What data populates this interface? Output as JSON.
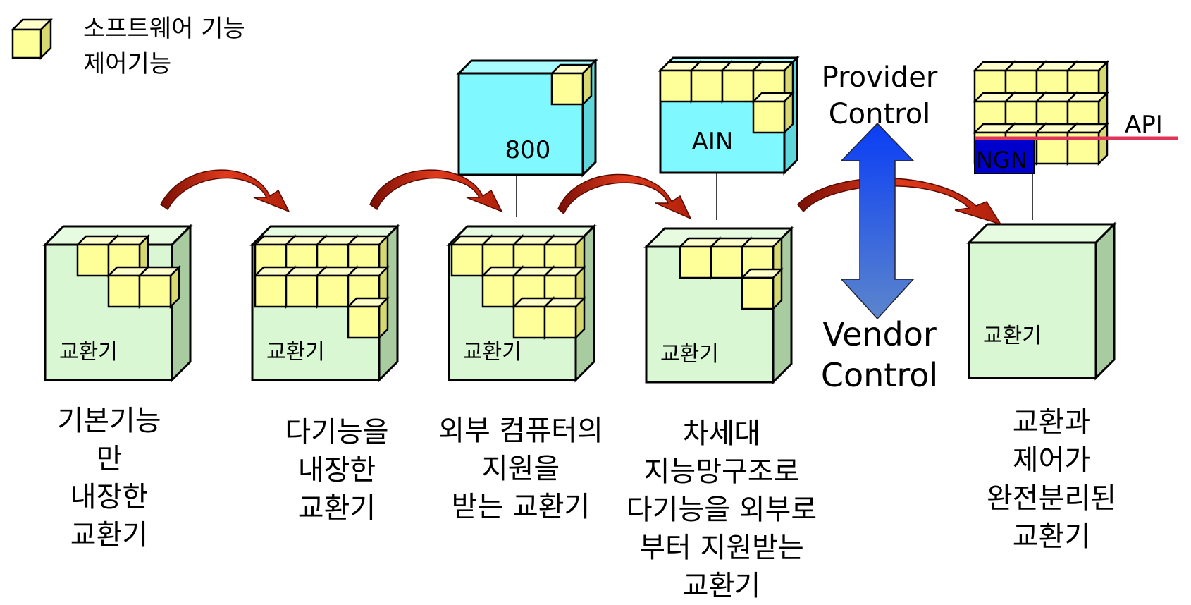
{
  "legend": {
    "lines": [
      "소프트웨어 기능",
      "제어기능"
    ]
  },
  "boxes": [
    {
      "id": "b1",
      "label": "교환기"
    },
    {
      "id": "b2",
      "label": "교환기"
    },
    {
      "id": "b3",
      "label": "교환기"
    },
    {
      "id": "b4",
      "label": "교환기"
    },
    {
      "id": "b5",
      "label": "교환기"
    }
  ],
  "platforms": [
    {
      "id": "p800",
      "label": "800"
    },
    {
      "id": "pain",
      "label": "AIN"
    },
    {
      "id": "pngn",
      "label": "NGN"
    }
  ],
  "api_label": "API",
  "arrow_labels": {
    "top": [
      "Provider",
      "Control"
    ],
    "bottom": [
      "Vendor",
      "Control"
    ]
  },
  "captions": [
    "기본기능\n만\n내장한\n교환기",
    "다기능을\n내장한\n교환기",
    "외부 컴퓨터의\n지원을\n받는 교환기",
    "차세대\n지능망구조로\n다기능을 외부로\n부터 지원받는\n교환기",
    "교환과\n제어가\n완전분리된\n교환기"
  ],
  "colors": {
    "cube_yellow": "#ffff99",
    "box_green": "#d9f7d2",
    "box_side_green": "#a8cca0",
    "platform_cyan": "#7ff9ff",
    "platform_side": "#5fd6dc",
    "ngn_blue": "#0000cc",
    "curved_arrow_red": "#cc2200",
    "api_line": "#e0345a",
    "double_arrow_blue": "#2f6de0"
  }
}
